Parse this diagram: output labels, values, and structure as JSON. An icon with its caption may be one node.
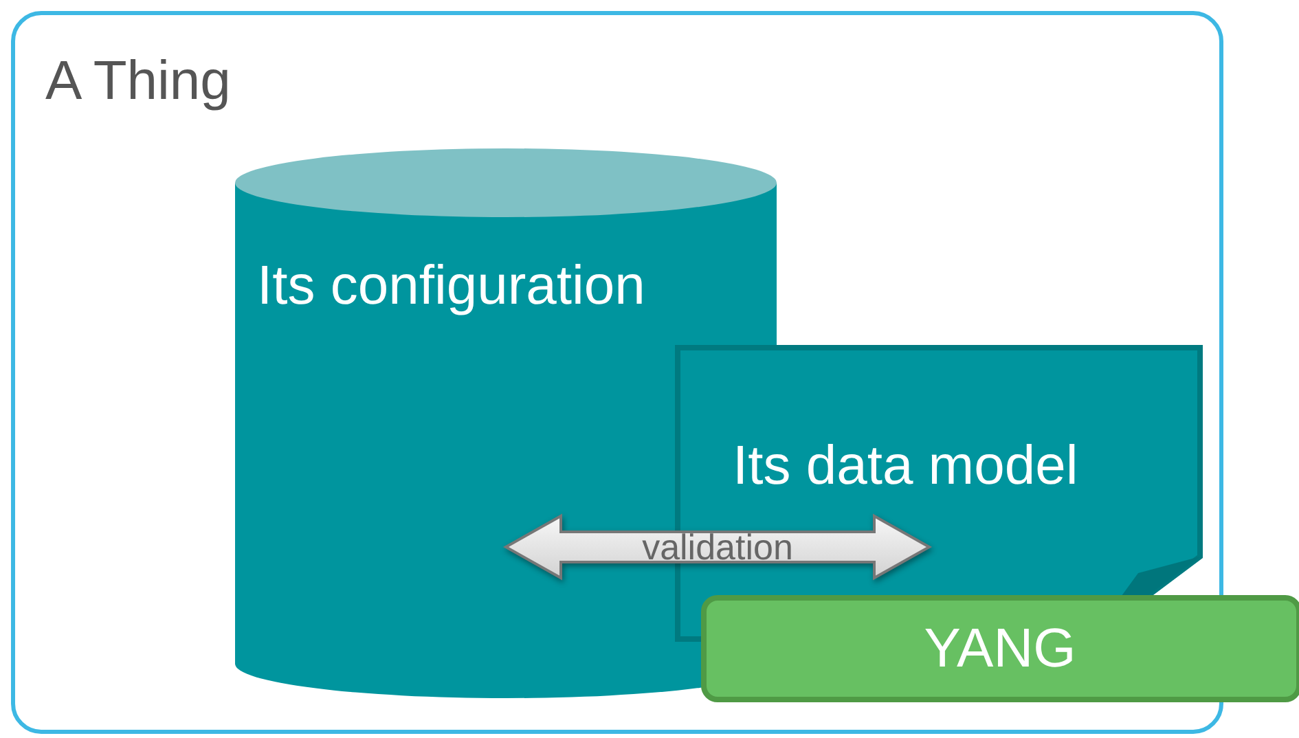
{
  "diagram": {
    "nodes": [
      {
        "text": [
          "A Thing"
        ]
      },
      {
        "text": [
          "Its configuration"
        ],
        "in": 0
      },
      {
        "text": [
          "Its data model"
        ],
        "in": 0
      },
      {
        "text": [
          "YANG"
        ]
      }
    ],
    "edges": [
      {
        "from": 1,
        "to": 2,
        "arrow": "both",
        "label": "validation"
      }
    ]
  }
}
